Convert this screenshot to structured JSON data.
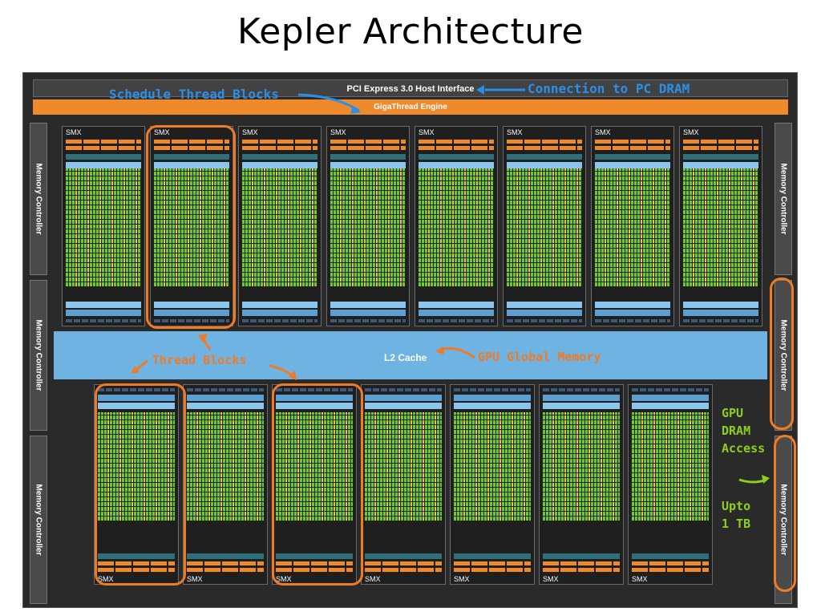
{
  "title": "Kepler Architecture",
  "diagram": {
    "pci_label": "PCI Express 3.0 Host Interface",
    "gigathread_label": "GigaThread Engine",
    "l2_label": "L2 Cache",
    "memory_controller_label": "Memory Controller",
    "smx_label": "SMX"
  },
  "annotations": {
    "schedule": "Schedule Thread Blocks",
    "connection": "Connection to PC  DRAM",
    "thread_blocks": "Thread Blocks",
    "global_memory": "GPU Global Memory",
    "gpu_dram_access": [
      "GPU",
      "DRAM",
      "Access"
    ],
    "upto": [
      "Upto",
      "1 TB"
    ]
  },
  "colors": {
    "highlight": "#f07b24",
    "blue_annotation": "#2b8fe8",
    "green_annotation": "#8ccf1e",
    "core_green": "#6ecb2f",
    "core_yellow": "#e7d02a",
    "l2_blue": "#6fb3e3"
  }
}
